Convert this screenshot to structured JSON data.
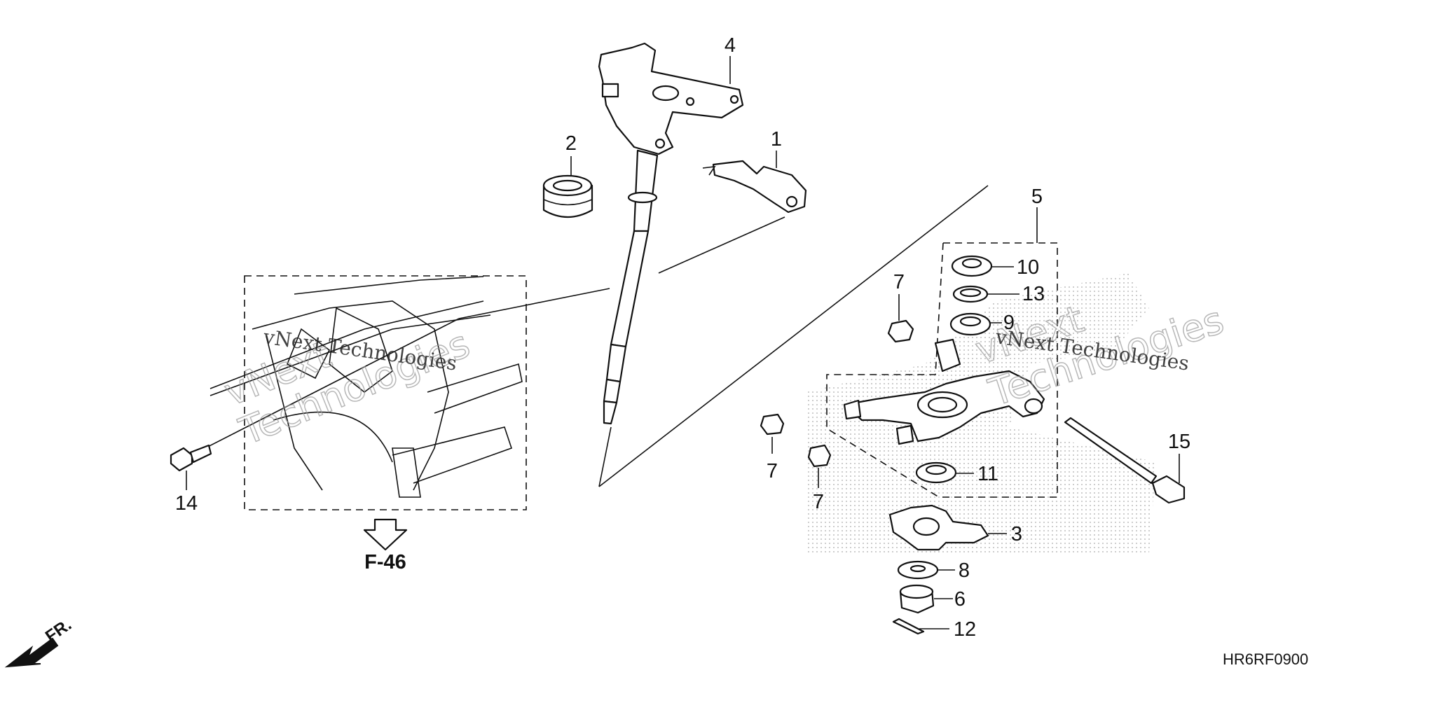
{
  "callouts": {
    "c1": "1",
    "c2": "2",
    "c3": "3",
    "c4": "4",
    "c5": "5",
    "c6": "6",
    "c7a": "7",
    "c7b": "7",
    "c7c": "7",
    "c8": "8",
    "c9": "9",
    "c10": "10",
    "c11": "11",
    "c12": "12",
    "c13": "13",
    "c14": "14",
    "c15": "15"
  },
  "reference": "F-46",
  "front_label": "FR.",
  "diagram_code": "HR6RF0900",
  "watermark": {
    "line1": "vNext Technologies",
    "line2a": "vNext",
    "line2b": "Technologies"
  },
  "icons": [
    "steering-column-icon",
    "column-holder-icon",
    "shaft-seal-icon",
    "bearing-icon",
    "lower-arm-icon",
    "bolt-icon",
    "nut-icon",
    "washer-icon",
    "cotter-pin-icon",
    "front-arrow-icon",
    "down-arrow-icon"
  ]
}
